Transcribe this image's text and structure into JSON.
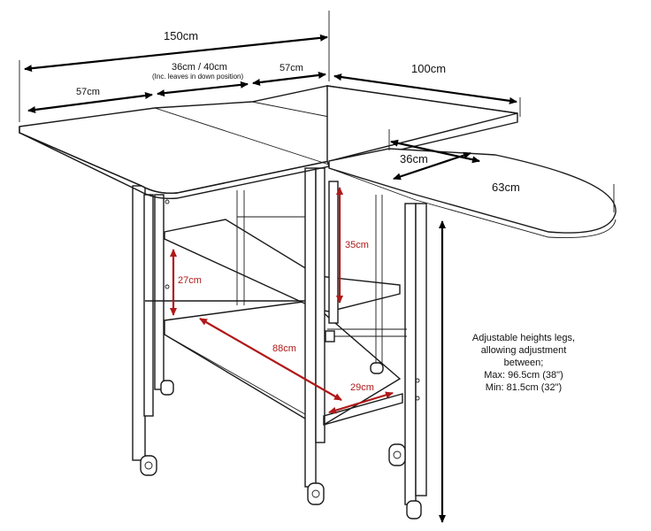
{
  "dimensions": {
    "total_length": "150cm",
    "center_section": "36cm / 40cm",
    "center_note": "(Inc. leaves in down position)",
    "right_leaf": "57cm",
    "left_leaf": "57cm",
    "depth": "100cm",
    "ironing_width": "36cm",
    "ironing_length": "63cm",
    "shelf_gap": "35cm",
    "lower_gap": "27cm",
    "shelf_length": "88cm",
    "shelf_depth": "29cm"
  },
  "height_note": {
    "line1": "Adjustable heights legs,",
    "line2": "allowing adjustment",
    "line3": "between;",
    "line4": "Max: 96.5cm (38\")",
    "line5": "Min: 81.5cm (32\")"
  },
  "colors": {
    "outline": "#1a1a1a",
    "dimension_black": "#000000",
    "dimension_red": "#b01818"
  }
}
